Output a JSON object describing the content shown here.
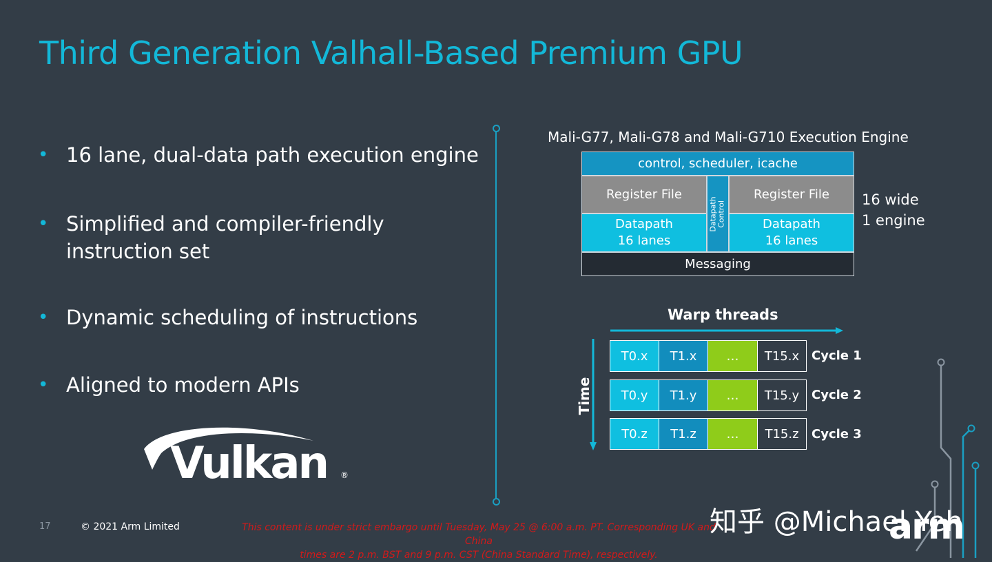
{
  "slide": {
    "title": "Third Generation Valhall-Based Premium GPU",
    "bullets": [
      "16 lane, dual-data path execution engine",
      "Simplified and compiler-friendly instruction set",
      "Dynamic scheduling of instructions",
      "Aligned to modern APIs"
    ],
    "bullet_symbol": "•",
    "logo_text": "Vulkan",
    "logo_mark": "®"
  },
  "engine": {
    "title": "Mali-G77, Mali-G78 and Mali-G710 Execution Engine",
    "control": "control, scheduler, icache",
    "register_file_left": "Register File",
    "register_file_right": "Register File",
    "datapath_left": "Datapath\n16 lanes",
    "datapath_right": "Datapath\n16 lanes",
    "datapath_control": "Datapath\nControl",
    "messaging": "Messaging",
    "side_note_1": "16 wide",
    "side_note_2": "1 engine"
  },
  "warp": {
    "label": "Warp threads",
    "time_label": "Time",
    "rows": [
      {
        "cells": [
          "T0.x",
          "T1.x",
          "…",
          "T15.x"
        ],
        "cycle": "Cycle 1"
      },
      {
        "cells": [
          "T0.y",
          "T1.y",
          "…",
          "T15.y"
        ],
        "cycle": "Cycle 2"
      },
      {
        "cells": [
          "T0.z",
          "T1.z",
          "…",
          "T15.z"
        ],
        "cycle": "Cycle 3"
      }
    ]
  },
  "footer": {
    "page_number": "17",
    "copyright": "© 2021 Arm Limited",
    "embargo_line1": "This content is under strict embargo until Tuesday, May 25 @ 6:00 a.m. PT. Corresponding UK and China",
    "embargo_line2": "times are 2 p.m. BST and 9 p.m. CST (China Standard Time), respectively.",
    "watermark": "知乎 @Michael Yeh",
    "brand": "arm"
  },
  "colors": {
    "background": "#333d47",
    "accent": "#13b8d8",
    "control_blue": "#1594c2",
    "datapath_cyan": "#0fbfe0",
    "register_gray": "#8c8c8c",
    "messaging_dark": "#242b33",
    "warp_green": "#8fcc1a",
    "warp_blue": "#128dbd",
    "embargo_red": "#d31a1a"
  }
}
